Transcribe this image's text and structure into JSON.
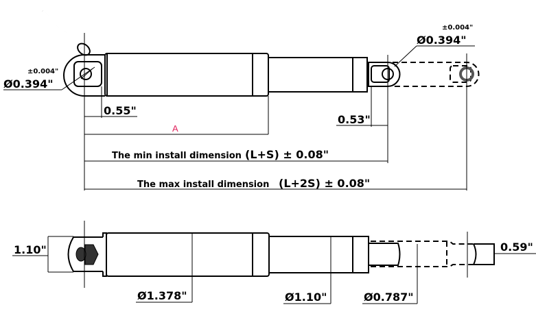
{
  "top_view": {
    "left_tolerance": "±0.004\"",
    "left_diameter": "Ø0.394\"",
    "right_tolerance": "±0.004\"",
    "right_diameter": "Ø0.394\"",
    "eye_offset_left": "0.55\"",
    "eye_offset_right": "0.53\"",
    "length_label": "A",
    "min_install_text": "The min install dimension",
    "min_install_formula": "(L+S) ± 0.08\"",
    "max_install_text": "The max install dimension",
    "max_install_formula": "(L+2S) ± 0.08\""
  },
  "side_view": {
    "eye_width": "1.10\"",
    "body_diameter": "Ø1.378\"",
    "rod_diameter": "Ø1.10\"",
    "inner_rod_diameter": "Ø0.787\"",
    "rod_end_width": "0.59\""
  },
  "colors": {
    "line": "#000000",
    "label_a": "#e0245e"
  }
}
